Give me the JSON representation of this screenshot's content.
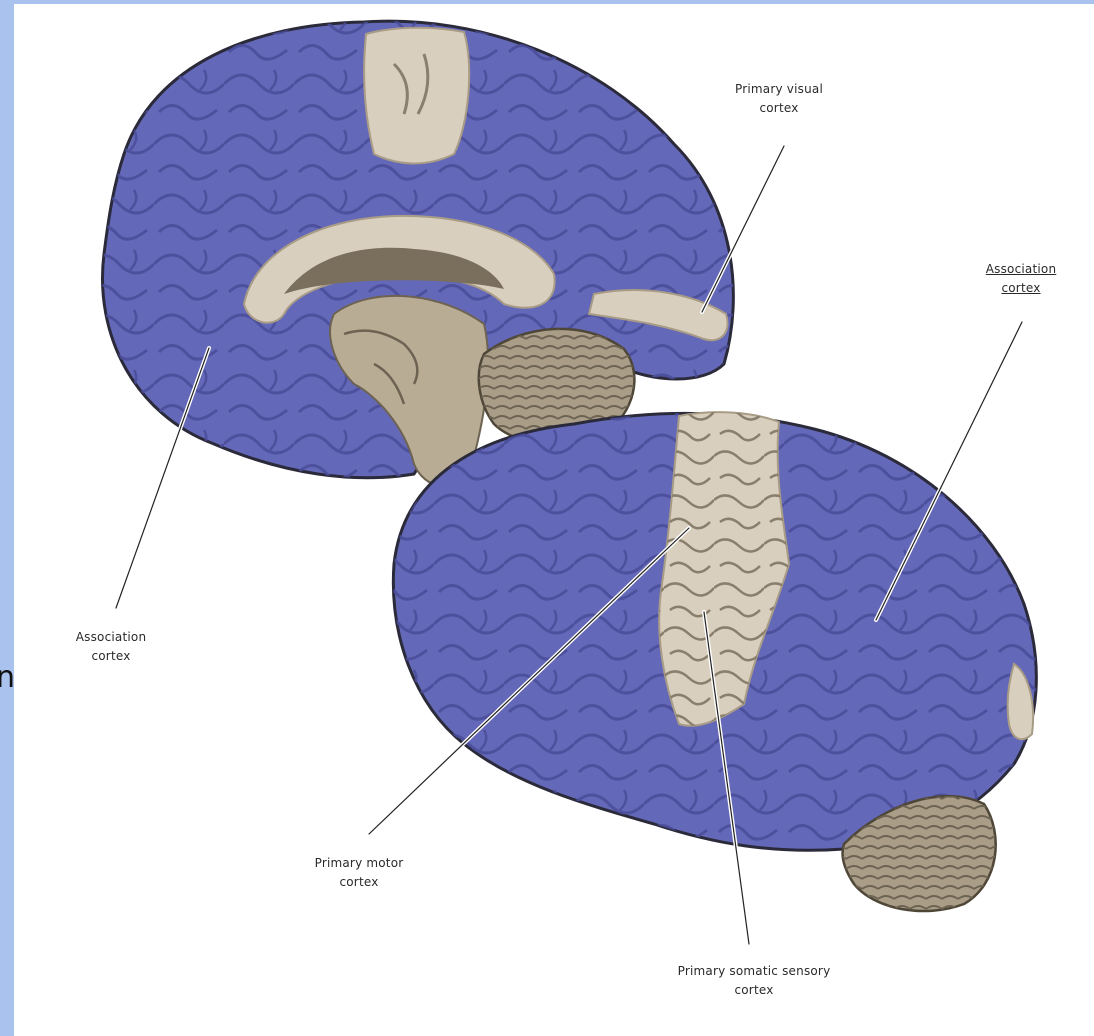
{
  "edge_text": "n",
  "labels": {
    "visual": [
      "Primary visual",
      "cortex"
    ],
    "assoc_right": [
      "Association",
      "cortex"
    ],
    "assoc_left": [
      "Association",
      "cortex"
    ],
    "motor": [
      "Primary motor",
      "cortex"
    ],
    "sensory": [
      "Primary somatic sensory",
      "cortex"
    ]
  },
  "colors": {
    "page_border": "#a9c3ee",
    "association_area": "#6468b8",
    "primary_area": "#d9cfbe",
    "brainstem": "#b9ac94"
  }
}
